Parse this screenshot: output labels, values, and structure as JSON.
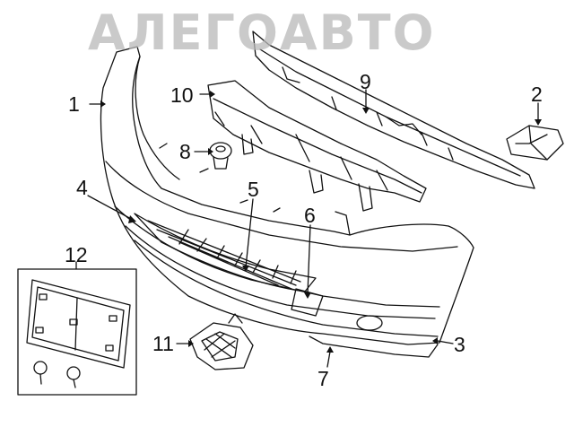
{
  "watermark": "АЛЕГОАВТО",
  "callouts": {
    "c1": "1",
    "c2": "2",
    "c3": "3",
    "c4": "4",
    "c5": "5",
    "c6": "6",
    "c7": "7",
    "c8": "8",
    "c9": "9",
    "c10": "10",
    "c11": "11",
    "c12": "12"
  },
  "colors": {
    "line": "#111111",
    "watermark": "#b9b9b9",
    "background": "#ffffff"
  }
}
